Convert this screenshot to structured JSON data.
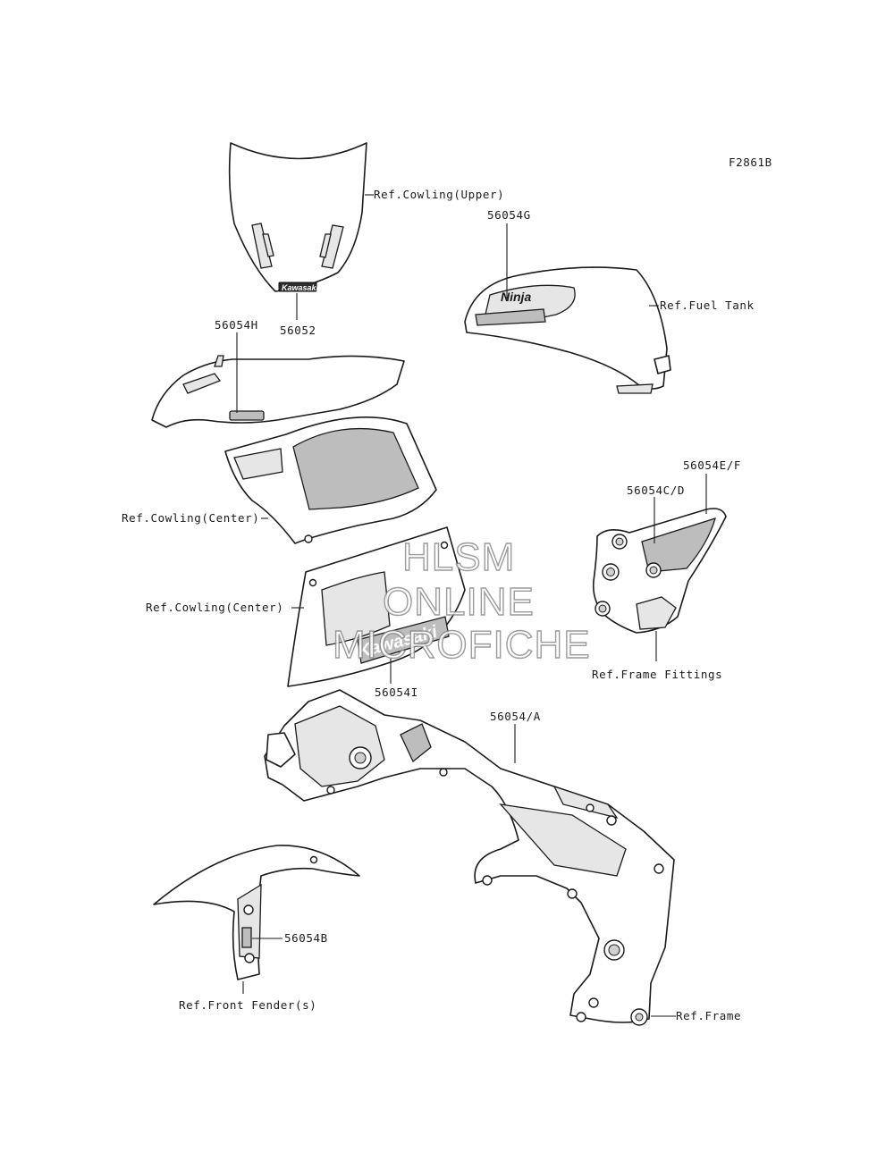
{
  "figure_code": "F2861B",
  "labels": {
    "cowling_upper": "Ref.Cowling(Upper)",
    "fuel_tank": "Ref.Fuel Tank",
    "cowling_center_upper": "Ref.Cowling(Center)",
    "cowling_center_lower": "Ref.Cowling(Center)",
    "frame_fittings": "Ref.Frame Fittings",
    "front_fender": "Ref.Front Fender(s)",
    "frame": "Ref.Frame"
  },
  "part_numbers": {
    "p56052": "56052",
    "p56054G": "56054G",
    "p56054H": "56054H",
    "p56054EF": "56054E/F",
    "p56054CD": "56054C/D",
    "p56054I": "56054I",
    "p56054A": "56054/A",
    "p56054B": "56054B"
  },
  "decal_text": {
    "kawasaki_small": "Kawasaki",
    "kawasaki_large": "Kawasaki",
    "ninja": "Ninja"
  },
  "watermark": {
    "line1": "HLSM",
    "line2": "ONLINE",
    "line3": "MICROFICHE"
  },
  "colors": {
    "line": "#1a1a1a",
    "background": "#ffffff",
    "watermark_outline": "#8a8a8a"
  }
}
